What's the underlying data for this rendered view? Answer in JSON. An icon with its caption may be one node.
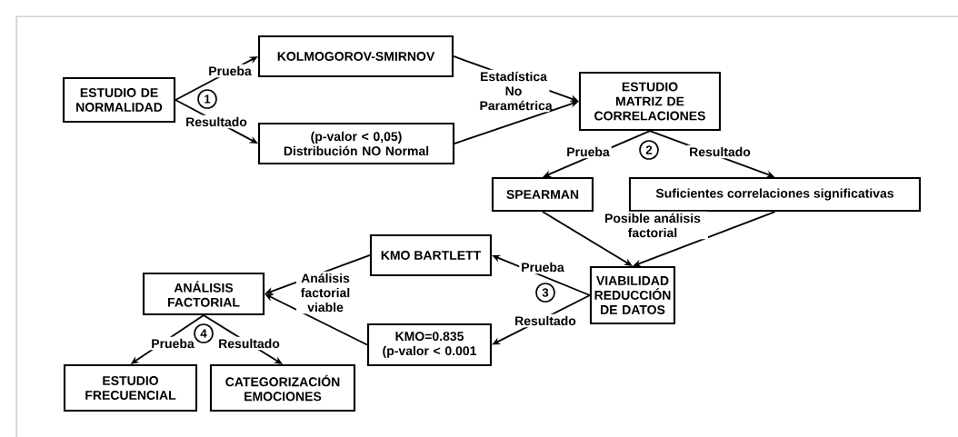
{
  "diagram": {
    "nodes": [
      {
        "text": [
          "ESTUDIO DE NORMALIDAD"
        ]
      },
      {
        "text": [
          "KOLMOGOROV-SMIRNOV"
        ]
      },
      {
        "text": [
          "(p-valor < 0,05) Distribución NO Normal"
        ]
      },
      {
        "text": [
          "ESTUDIO MATRIZ DE CORRELACIONES"
        ]
      },
      {
        "text": [
          "SPEARMAN"
        ]
      },
      {
        "text": [
          "Suficientes correlaciones significativas"
        ]
      },
      {
        "text": [
          "VIABILIDAD REDUCCIÓN DE DATOS"
        ]
      },
      {
        "text": [
          "KMO BARTLETT"
        ]
      },
      {
        "text": [
          "KMO=0.835 (p-valor < 0.001"
        ]
      },
      {
        "text": [
          "ANÁLISIS FACTORIAL"
        ]
      },
      {
        "text": [
          "ESTUDIO FRECUENCIAL"
        ]
      },
      {
        "text": [
          "CATEGORIZACIÓN EMOCIONES"
        ]
      }
    ],
    "edges": [
      {
        "from": 0,
        "to": 1,
        "arrow": "to",
        "label": "Prueba"
      },
      {
        "from": 0,
        "to": 2,
        "arrow": "to",
        "label": "Resultado"
      },
      {
        "from": 1,
        "to": 3,
        "arrow": "to",
        "label": "Estadística No Paramétrica"
      },
      {
        "from": 2,
        "to": 3,
        "arrow": "to"
      },
      {
        "from": 3,
        "to": 4,
        "arrow": "to",
        "label": "Prueba"
      },
      {
        "from": 3,
        "to": 5,
        "arrow": "to",
        "label": "Resultado"
      },
      {
        "from": 4,
        "to": 6,
        "arrow": "to",
        "label": "Posible análisis factorial"
      },
      {
        "from": 5,
        "to": 6,
        "arrow": "to"
      },
      {
        "from": 6,
        "to": 7,
        "arrow": "to",
        "label": "Prueba"
      },
      {
        "from": 6,
        "to": 8,
        "arrow": "to",
        "label": "Resultado"
      },
      {
        "from": 7,
        "to": 9,
        "arrow": "to",
        "label": "Análisis factorial viable"
      },
      {
        "from": 8,
        "to": 9,
        "arrow": "to"
      },
      {
        "from": 9,
        "to": 10,
        "arrow": "to",
        "label": "Prueba"
      },
      {
        "from": 9,
        "to": 11,
        "arrow": "to",
        "label": "Resultado"
      }
    ],
    "labels": [
      "1",
      "2",
      "3",
      "4"
    ]
  }
}
